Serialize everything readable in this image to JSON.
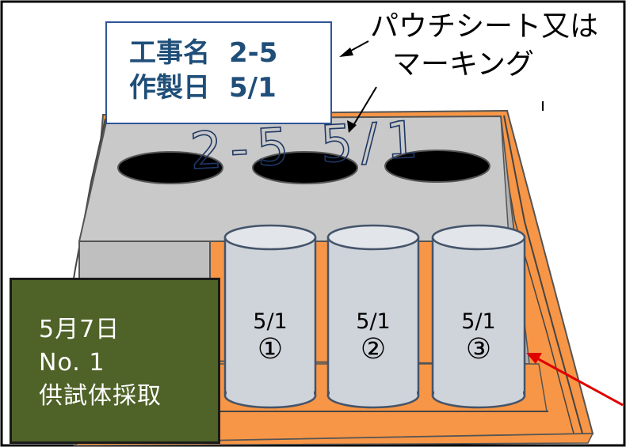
{
  "name_card": {
    "row1_label": "工事名",
    "row1_value": "2-5",
    "row2_label": "作製日",
    "row2_value": "5/1"
  },
  "callout": {
    "line1": "パウチシート又は",
    "line2": "マーキング"
  },
  "handwriting": {
    "text": "2-5 5/1"
  },
  "cylinders": [
    {
      "date": "5/1",
      "number": "①"
    },
    {
      "date": "5/1",
      "number": "②"
    },
    {
      "date": "5/1",
      "number": "③"
    }
  ],
  "date_panel": {
    "line1": "5月7日",
    "line2": "No. 1",
    "line3": "供試体採取"
  },
  "colors": {
    "tray_orange": "#f79646",
    "box_gray": "#c8c8c8",
    "cylinder_fill": "#cfd3da",
    "cylinder_stroke": "#44546a",
    "panel_green": "#4f6228",
    "card_text": "#1f4e79",
    "arrow_red": "#e00000"
  }
}
